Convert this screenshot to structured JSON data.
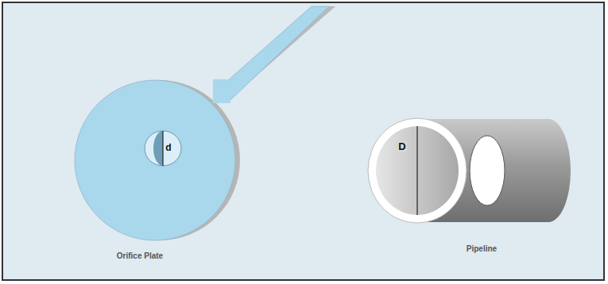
{
  "diagram": {
    "labels": [
      "d",
      "D",
      "Orifice Plate",
      "Pipeline"
    ]
  }
}
